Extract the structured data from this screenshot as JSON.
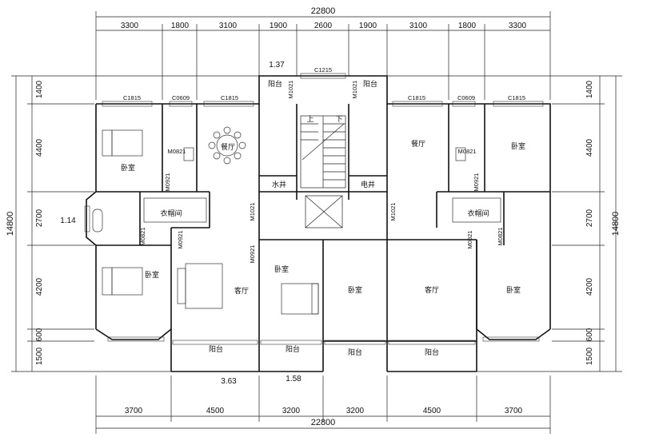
{
  "dimensions": {
    "overall_top": "22800",
    "overall_bottom": "22800",
    "overall_left": "14800",
    "overall_right": "14800",
    "top_segments": [
      "3300",
      "1800",
      "3100",
      "1900",
      "2600",
      "1900",
      "3100",
      "1800",
      "3300"
    ],
    "bottom_segments": [
      "3700",
      "4500",
      "3200",
      "3200",
      "4500",
      "3700"
    ],
    "left_segments": [
      "1400",
      "4400",
      "2700",
      "4200",
      "600",
      "1500"
    ],
    "right_segments": [
      "1400",
      "4400",
      "2700",
      "4200",
      "600",
      "1500"
    ]
  },
  "notes": {
    "stair_gap": "1.37",
    "bay_left": "1.14",
    "balcony_left": "3.63",
    "balcony_mid": "1.58"
  },
  "codes": {
    "c1215": "C1215",
    "c1815_a": "C1815",
    "c0609_a": "C0609",
    "c1815_b": "C1815",
    "c1815_c": "C1815",
    "c0609_b": "C0609",
    "c1815_d": "C1815",
    "m1021_a": "M1021",
    "m1021_b": "M1021",
    "m1021_c": "M1021",
    "m1021_d": "M1021",
    "m0821_a": "M0821",
    "m0821_b": "M0821",
    "m0921_a": "M0921",
    "m0921_b": "M0921",
    "m0921_c": "M0921",
    "m0921_d": "M0921",
    "m0921_e": "M0921",
    "m0821_c": "M0821",
    "m0821_d": "M0821"
  },
  "rooms": {
    "bedroom_top_left": "卧室",
    "dining_left": "餐厅",
    "closet_left": "衣帽间",
    "bedroom_mid_left": "卧室",
    "living_left": "客厅",
    "bedroom_center": "卧室",
    "balcony_left": "阳台",
    "balcony_center": "阳台",
    "balcony_top_left": "阳台",
    "balcony_top_right": "阳台",
    "water_shaft": "水井",
    "elec_shaft": "电井",
    "stair_up": "上",
    "stair_down": "下",
    "dining_right": "餐厅",
    "bedroom_top_right": "卧室",
    "closet_right": "衣帽间",
    "bedroom_center_right": "卧室",
    "living_right": "客厅",
    "bedroom_bottom_right": "卧室",
    "balcony_bottom_mid": "阳台",
    "balcony_bottom_right": "阳台"
  }
}
